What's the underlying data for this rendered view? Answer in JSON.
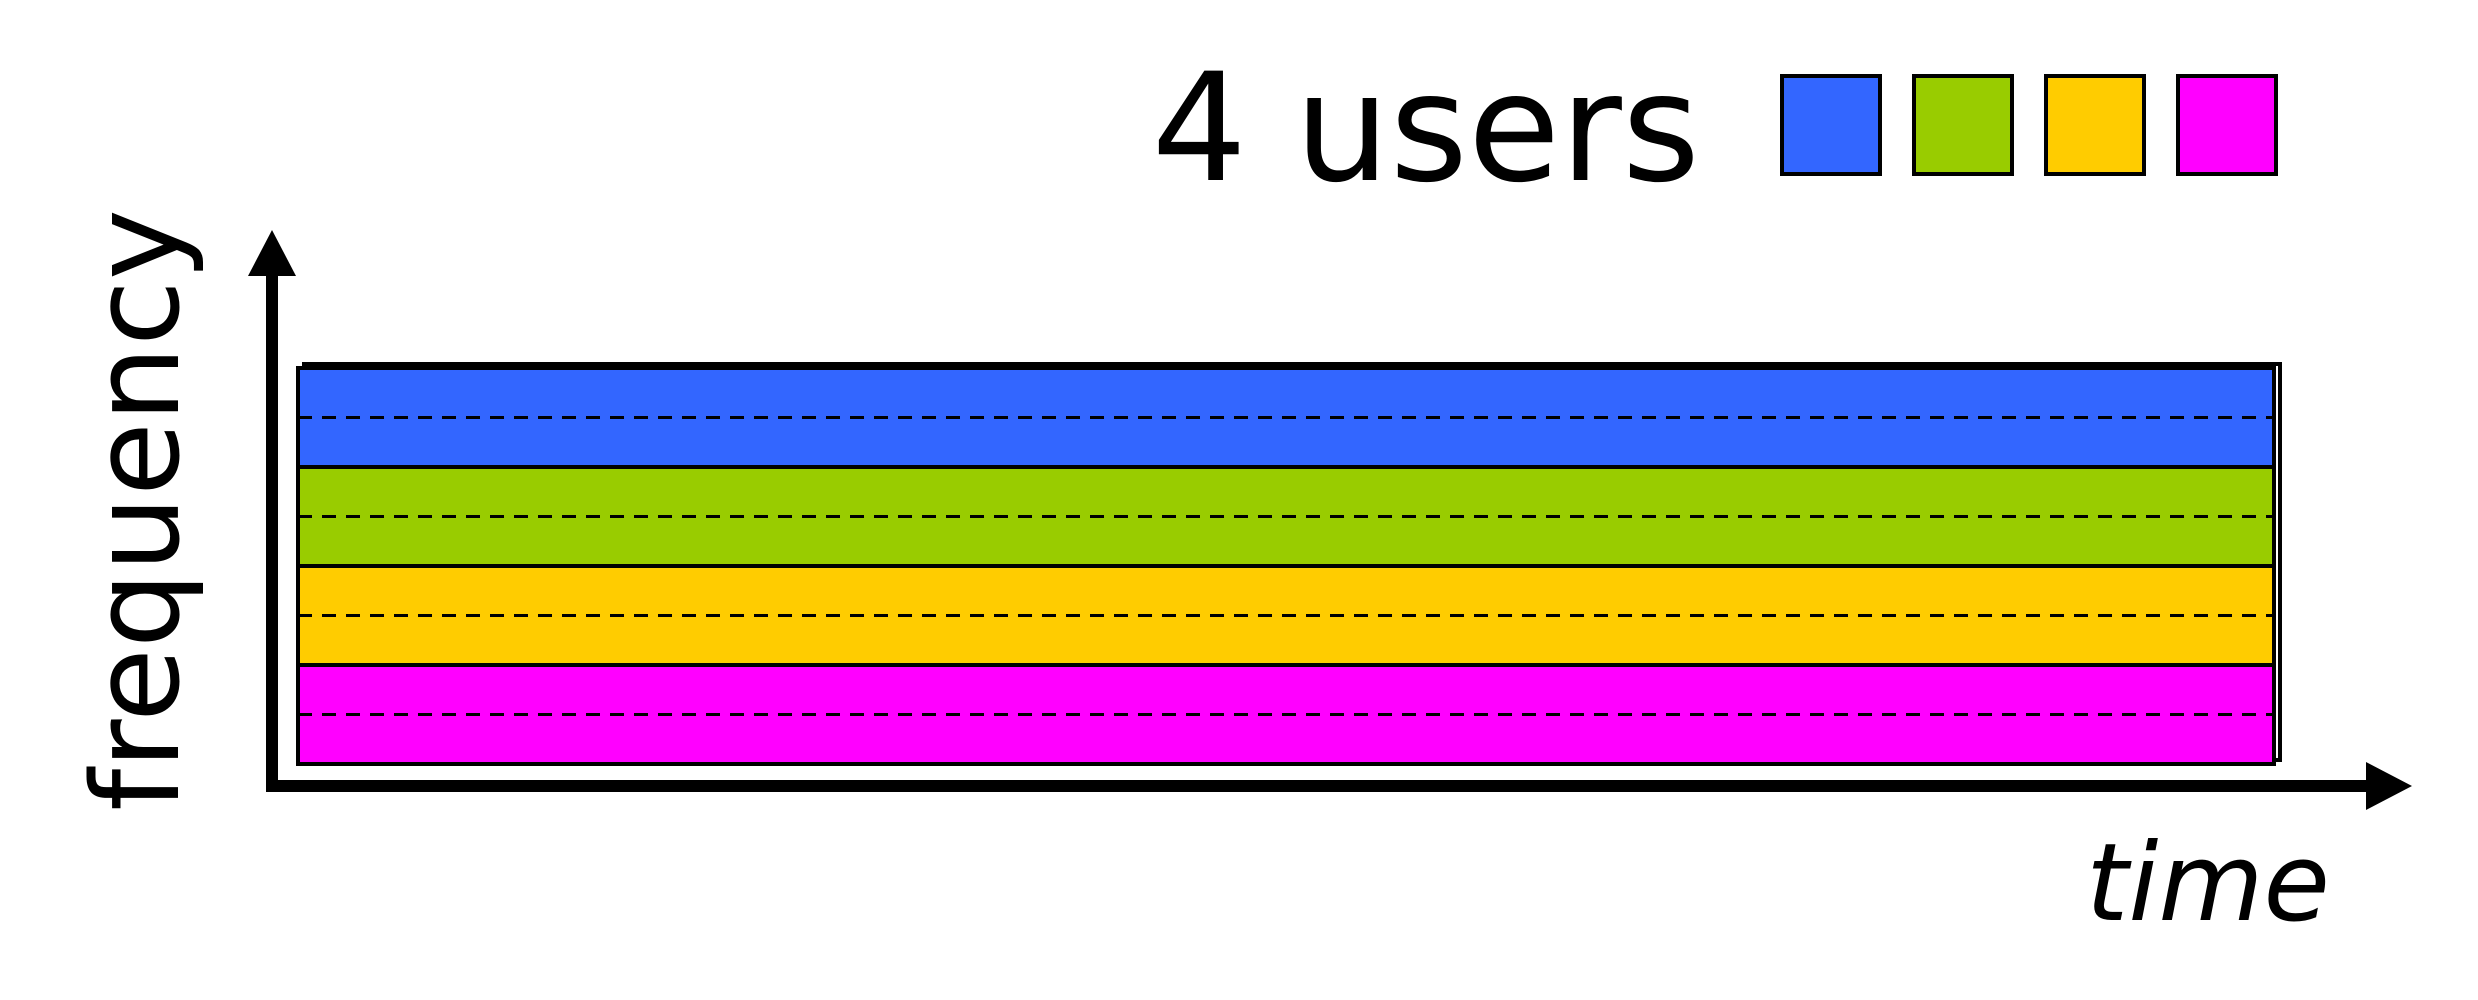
{
  "title": "4 users",
  "axes": {
    "x_label": "time",
    "y_label": "frequency"
  },
  "users": [
    {
      "color": "#3366FF"
    },
    {
      "color": "#99CC00"
    },
    {
      "color": "#FFCC00"
    },
    {
      "color": "#FF00FF"
    }
  ],
  "colors": {
    "stroke": "#000000",
    "background": "#FFFFFF"
  }
}
